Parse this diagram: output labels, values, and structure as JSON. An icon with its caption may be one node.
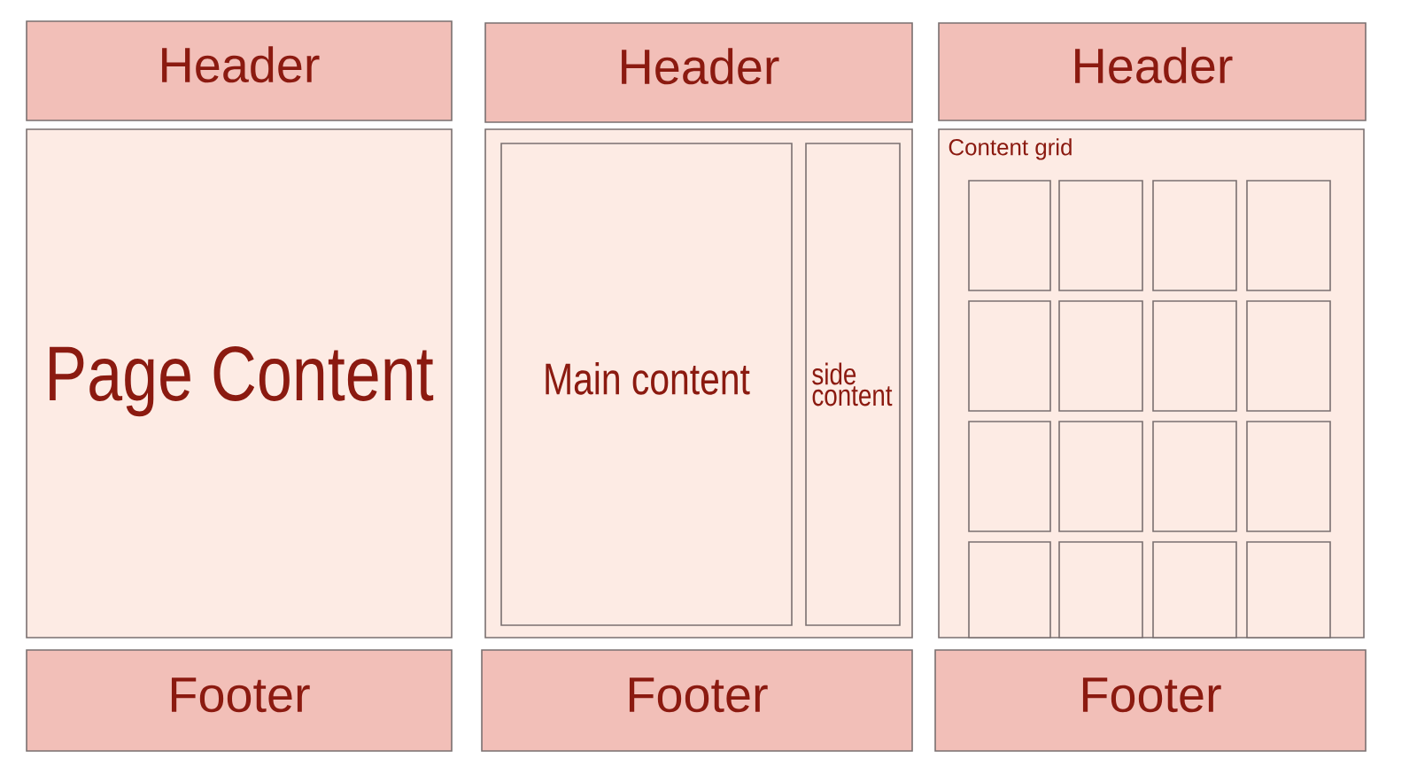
{
  "diagram": {
    "nodes": [
      {
        "text": [
          "Header"
        ]
      },
      {
        "text": [
          "Page Content"
        ]
      },
      {
        "text": [
          "Footer"
        ]
      },
      {
        "text": [
          "Header"
        ]
      },
      {
        "text": [],
        "shape": "box"
      },
      {
        "text": [
          "Main content"
        ],
        "in": 4
      },
      {
        "text": [
          "side content"
        ],
        "in": 4
      },
      {
        "text": [
          "Footer"
        ]
      },
      {
        "text": [
          "Header"
        ]
      },
      {
        "text": [
          "Content grid"
        ]
      },
      {
        "text": [],
        "shape": "box",
        "in": 9
      },
      {
        "text": [],
        "shape": "box",
        "in": 9
      },
      {
        "text": [],
        "shape": "box",
        "in": 9
      },
      {
        "text": [],
        "shape": "box",
        "in": 9
      },
      {
        "text": [],
        "shape": "box",
        "in": 9
      },
      {
        "text": [],
        "shape": "box",
        "in": 9
      },
      {
        "text": [],
        "shape": "box",
        "in": 9
      },
      {
        "text": [],
        "shape": "box",
        "in": 9
      },
      {
        "text": [],
        "shape": "box",
        "in": 9
      },
      {
        "text": [],
        "shape": "box",
        "in": 9
      },
      {
        "text": [],
        "shape": "box",
        "in": 9
      },
      {
        "text": [],
        "shape": "box",
        "in": 9
      },
      {
        "text": [],
        "shape": "box",
        "in": 9
      },
      {
        "text": [],
        "shape": "box",
        "in": 9
      },
      {
        "text": [],
        "shape": "box",
        "in": 9
      },
      {
        "text": [],
        "shape": "box",
        "in": 9
      },
      {
        "text": [
          "Footer"
        ]
      }
    ],
    "edges": []
  }
}
